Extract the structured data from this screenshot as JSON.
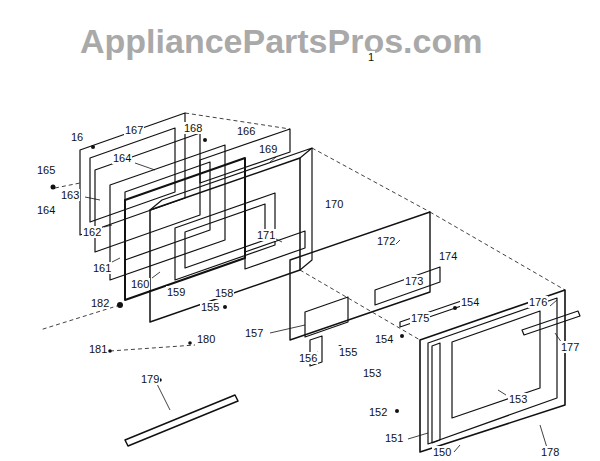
{
  "diagram": {
    "labels": [
      "AppliancePartsPros.com",
      "1",
      "165",
      "16",
      "167",
      "168",
      "166",
      "164",
      "164",
      "163",
      "162",
      "161",
      "160",
      "159",
      "169",
      "170",
      "171",
      "172",
      "173",
      "174",
      "158",
      "155",
      "157",
      "156",
      "155",
      "154",
      "154",
      "175",
      "176",
      "177",
      "153",
      "153",
      "152",
      "151",
      "150",
      "178",
      "182",
      "180",
      "181",
      "179"
    ]
  }
}
